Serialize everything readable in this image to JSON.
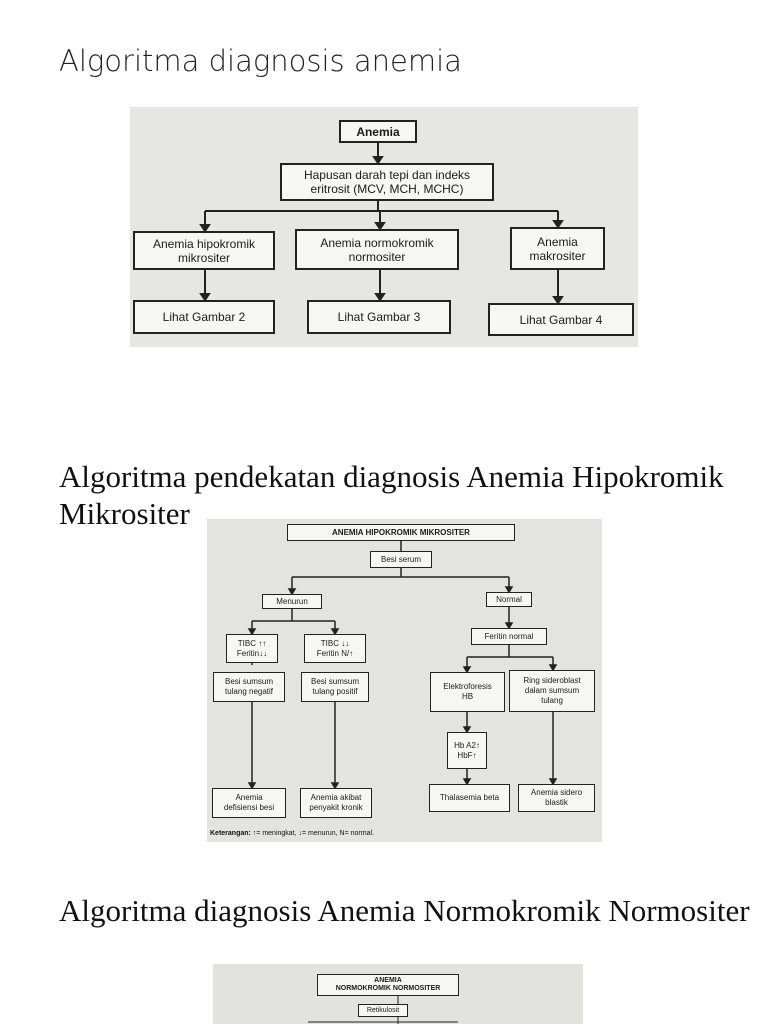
{
  "sections": [
    {
      "title": "Algoritma diagnosis anemia"
    },
    {
      "title": "Algoritma pendekatan diagnosis Anemia Hipokromik Mikrositer"
    },
    {
      "title": "Algoritma diagnosis Anemia Normokromik Normositer"
    }
  ],
  "diagram1": {
    "anemia": "Anemia",
    "hapusan": "Hapusan darah tepi dan indeks\neritrosit (MCV, MCH, MCHC)",
    "hipokromik": "Anemia hipokromik\nmikrositer",
    "normokromik": "Anemia normokromik\nnormositer",
    "makrositer": "Anemia\nmakrositer",
    "gambar2": "Lihat Gambar 2",
    "gambar3": "Lihat Gambar 3",
    "gambar4": "Lihat Gambar 4"
  },
  "diagram2": {
    "title": "ANEMIA HIPOKROMIK MIKROSITER",
    "besi_serum": "Besi serum",
    "menurun": "Menurun",
    "normal": "Normal",
    "tibc_up": "TIBC ↑↑\nFeritin↓↓",
    "tibc_down": "TIBC ↓↓\nFeritin N/↑",
    "feritin_normal": "Feritin normal",
    "besi_negatif": "Besi sumsum\ntulang negatif",
    "besi_positif": "Besi sumsum\ntulang positif",
    "elektroforesis": "Elektroforesis\nHB",
    "ring": "Ring sideroblast\ndalam sumsum\ntulang",
    "hba2": "Hb A2↑\nHbF↑",
    "defisiensi": "Anemia\ndefisiensi besi",
    "kronik": "Anemia akibat\npenyakit kronik",
    "thalasemia": "Thalasemia beta",
    "sidero": "Anemia sidero\nblastik",
    "note_label": "Keterangan:",
    "note_text": " ↑= meningkat, ↓= menurun, N= normal."
  },
  "diagram3": {
    "title": "ANEMIA\nNORMOKROMIK NORMOSITER",
    "retikulosit": "Retikulosit"
  }
}
